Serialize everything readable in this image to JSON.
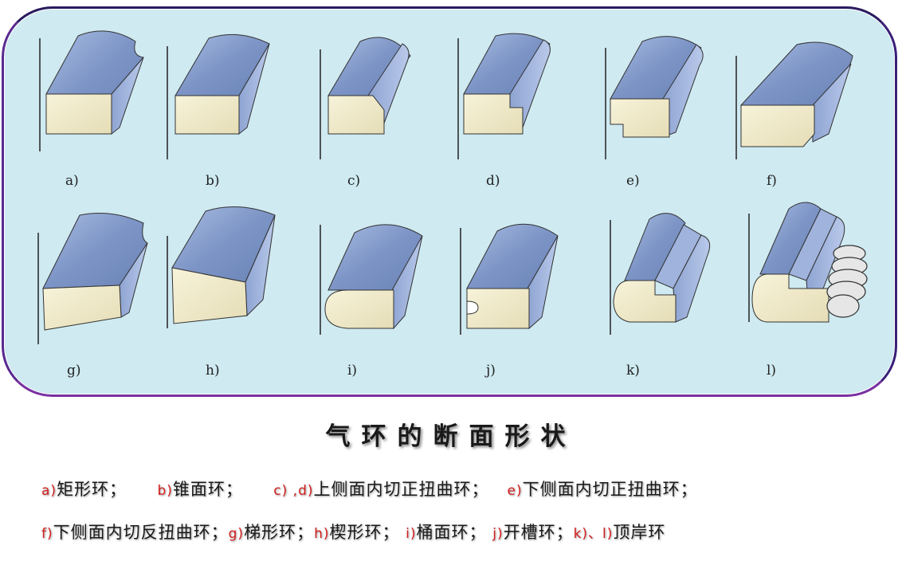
{
  "shape_labels": [
    "a)",
    "b)",
    "c)",
    "d)",
    "e)",
    "f)",
    "g)",
    "h)",
    "i)",
    "j)",
    "k)",
    "l)"
  ],
  "title": "气环的断面形状",
  "caption": {
    "line1": [
      {
        "key": "a)",
        "text": "矩形环；"
      },
      {
        "key": "b)",
        "text": "锥面环；"
      },
      {
        "key": "c) ,d)",
        "text": "上侧面内切正扭曲环；"
      },
      {
        "key": "e)",
        "text": "下侧面内切正扭曲环；"
      }
    ],
    "line2": [
      {
        "key": "f)",
        "text": "下侧面内切反扭曲环；"
      },
      {
        "key": "g)",
        "text": "梯形环；"
      },
      {
        "key": "h)",
        "text": "楔形环；"
      },
      {
        "key": "i)",
        "text": "桶面环；"
      },
      {
        "key": "j)",
        "text": "开槽环；"
      },
      {
        "key": "k)、l)",
        "text": "顶岸环"
      }
    ]
  },
  "colors": {
    "panel_fill": "#cfeaf1",
    "panel_border": "#2a1a5e",
    "ring_top": "#7f97c7",
    "ring_face": "#f4f0d4",
    "caption_key": "#d42020"
  }
}
